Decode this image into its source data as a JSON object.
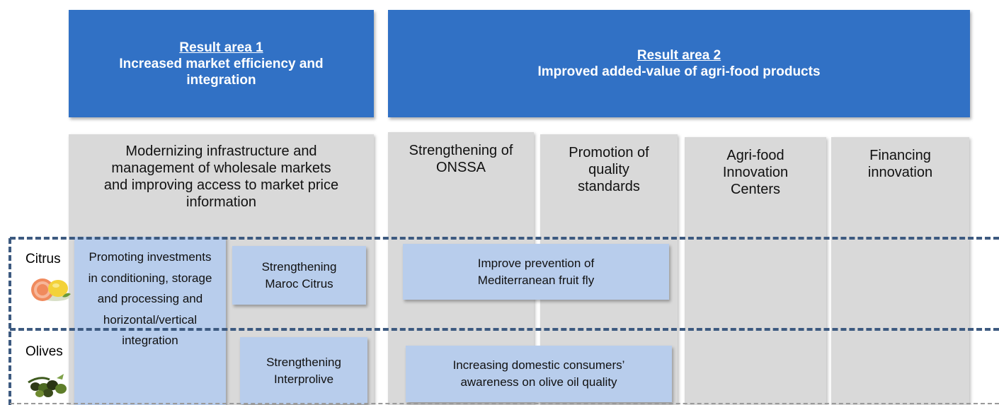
{
  "headers": [
    {
      "label": "Result area 1",
      "title": "Increased market efficiency and integration"
    },
    {
      "label": "Result area 2",
      "title": "Improved added-value of agri-food products"
    }
  ],
  "columns": [
    "Modernizing infrastructure and management of wholesale markets and improving access to market price information",
    "Strengthening of ONSSA",
    "Promotion of quality standards",
    "Agri-food Innovation Centers",
    "Financing innovation"
  ],
  "rows": [
    {
      "label": "Citrus",
      "icon": "citrus-fruit-icon"
    },
    {
      "label": "Olives",
      "icon": "olives-icon"
    }
  ],
  "boxes": {
    "promoting": "Promoting investments in conditioning, storage and processing and horizontal/vertical integration",
    "maroc_citrus": "Strengthening Maroc Citrus",
    "fruit_fly": "Improve prevention of Mediterranean fruit fly",
    "interprolive": "Strengthening Interprolive",
    "olive_oil": "Increasing domestic consumers’ awareness on olive oil quality"
  },
  "colors": {
    "header_blue": "#3171c5",
    "column_grey": "#d9d9d9",
    "box_light_blue": "#b8cdec",
    "dashed_border": "#3d5a80"
  }
}
